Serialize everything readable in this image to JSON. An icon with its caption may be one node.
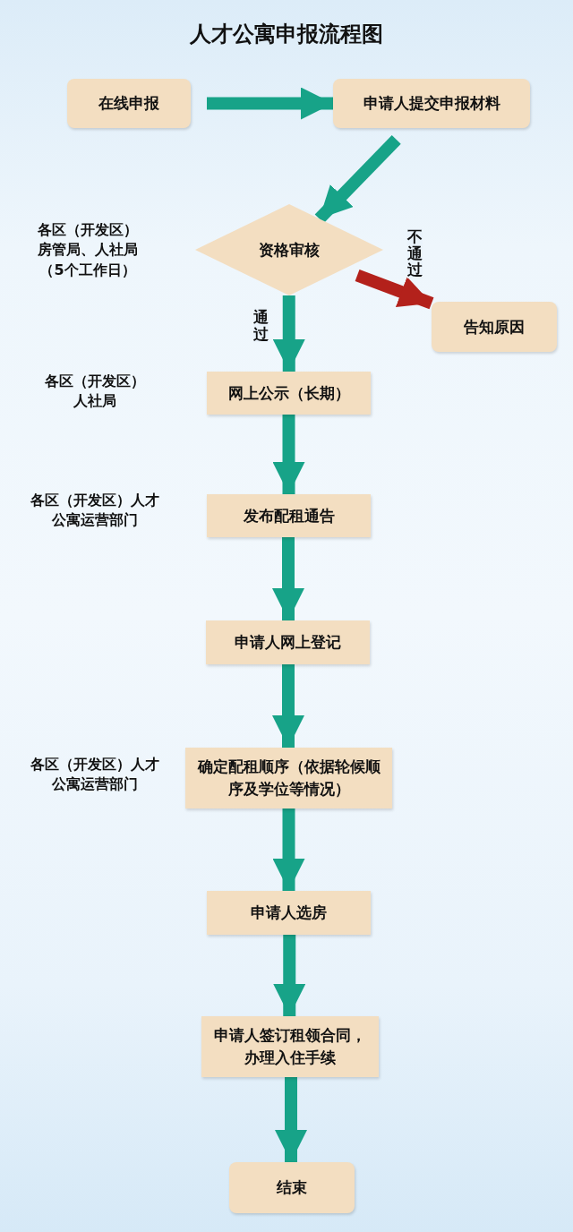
{
  "diagram": {
    "title": "人才公寓申报流程图",
    "nodes": [
      {
        "text": [
          "在线申报"
        ]
      },
      {
        "text": [
          "申请人提交申报材料"
        ]
      },
      {
        "text": [
          "资格审核"
        ]
      },
      {
        "text": [
          "告知原因"
        ]
      },
      {
        "text": [
          "网上公示（长期）"
        ]
      },
      {
        "text": [
          "发布配租通告"
        ]
      },
      {
        "text": [
          "申请人网上登记"
        ]
      },
      {
        "text": [
          "确定配租顺序（依据轮候顺序及学位等情况）"
        ]
      },
      {
        "text": [
          "申请人选房"
        ]
      },
      {
        "text": [
          "申请人签订租领合同，办理入住手续"
        ]
      },
      {
        "text": [
          "结束"
        ]
      }
    ],
    "edges": [
      {
        "from": 0,
        "to": 1,
        "arrow": "to"
      },
      {
        "from": 1,
        "to": 2,
        "arrow": "to"
      },
      {
        "from": 2,
        "to": 3,
        "arrow": "to",
        "label": "不通过",
        "color": "#b3211b"
      },
      {
        "from": 2,
        "to": 4,
        "arrow": "to",
        "label": "通过"
      },
      {
        "from": 4,
        "to": 5,
        "arrow": "to"
      },
      {
        "from": 5,
        "to": 6,
        "arrow": "to"
      },
      {
        "from": 6,
        "to": 7,
        "arrow": "to"
      },
      {
        "from": 7,
        "to": 8,
        "arrow": "to"
      },
      {
        "from": 8,
        "to": 9,
        "arrow": "to"
      },
      {
        "from": 9,
        "to": 10,
        "arrow": "to"
      }
    ],
    "labels": [
      "各区（开发区）房管局、人社局（5个工作日）",
      "各区（开发区）人社局",
      "各区（开发区）人才公寓运营部门",
      "各区（开发区）人才公寓运营部门"
    ]
  }
}
